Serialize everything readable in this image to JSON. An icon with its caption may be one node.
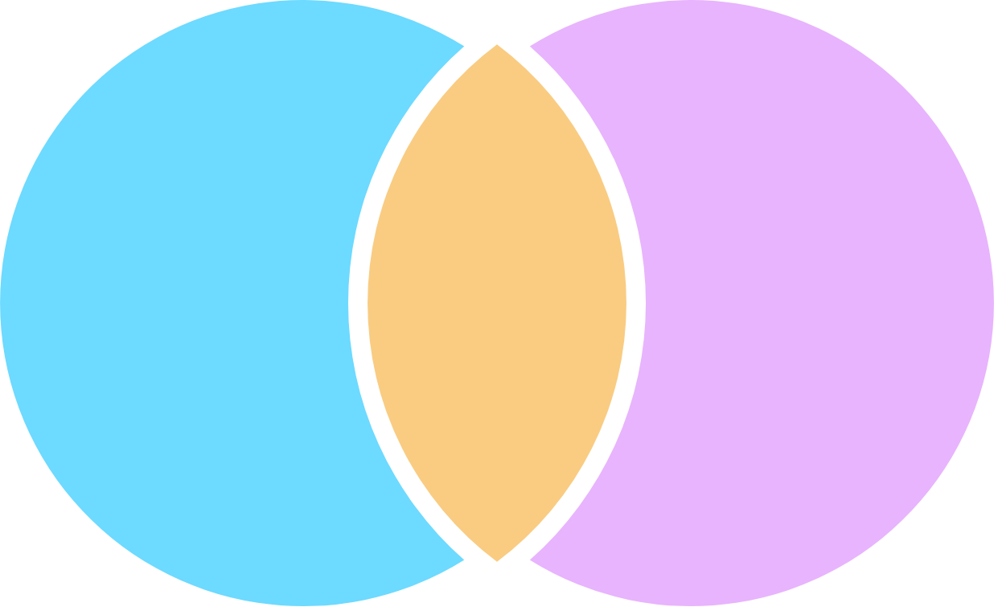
{
  "diagram": {
    "nodes": [
      {
        "text": [],
        "shape": "circle"
      },
      {
        "text": [],
        "shape": "lens"
      },
      {
        "text": [],
        "shape": "circle"
      }
    ]
  }
}
